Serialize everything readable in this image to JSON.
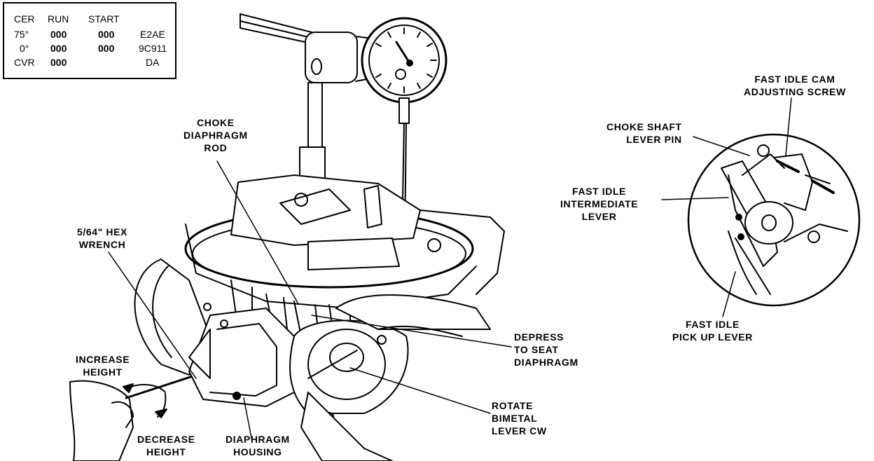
{
  "spec_table": {
    "headers": [
      "CER",
      "RUN",
      "START"
    ],
    "rows": [
      [
        "75°",
        "000",
        "000",
        "E2AE"
      ],
      [
        "0°",
        "000",
        "000",
        "9C911"
      ],
      [
        "CVR",
        "000",
        "",
        "DA"
      ]
    ]
  },
  "labels": {
    "choke_rod": [
      "CHOKE",
      "DIAPHRAGM",
      "ROD"
    ],
    "hex_wrench": [
      "5/64\" HEX",
      "WRENCH"
    ],
    "increase_height": [
      "INCREASE",
      "HEIGHT"
    ],
    "decrease_height": [
      "DECREASE",
      "HEIGHT"
    ],
    "diaphragm_housing": [
      "DIAPHRAGM",
      "HOUSING"
    ],
    "depress": [
      "DEPRESS",
      "TO SEAT",
      "DIAPHRAGM"
    ],
    "rotate": [
      "ROTATE",
      "BIMETAL",
      "LEVER CW"
    ],
    "cam_screw": [
      "FAST IDLE CAM",
      "ADJUSTING SCREW"
    ],
    "shaft_pin": [
      "CHOKE SHAFT",
      "LEVER PIN"
    ],
    "intermediate": [
      "FAST IDLE",
      "INTERMEDIATE",
      "LEVER"
    ],
    "pickup": [
      "FAST IDLE",
      "PICK UP LEVER"
    ]
  }
}
